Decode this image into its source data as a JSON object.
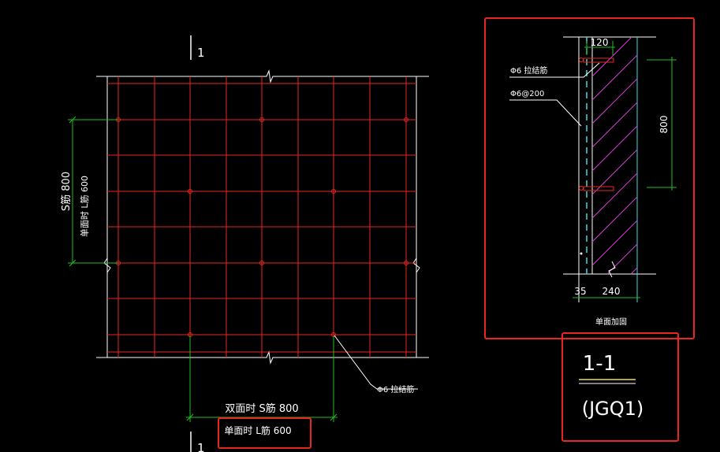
{
  "left_plan": {
    "section_mark_top": "1",
    "section_mark_bottom": "1",
    "dim_vertical_s": "S筋 800",
    "dim_vertical_l": "单面时 L筋 600",
    "dim_bottom_double": "双面时 S筋 800",
    "dim_bottom_single": "单面时 L筋 600",
    "tie_bar_label": "Φ6 拉结筋"
  },
  "right_section": {
    "dim_top": "120",
    "tie_bar_label": "Φ6 拉结筋",
    "mesh_label": "Φ6@200",
    "dim_side": "800",
    "dim_bottom_small": "35",
    "dim_bottom_wall": "240",
    "caption": "单面加固"
  },
  "section_title": {
    "number": "1-1",
    "code": "(JGQ1)"
  },
  "colors": {
    "background": "#000000",
    "grid_red": "#e8281f",
    "dimension_green": "#22c022",
    "highlight_box": "#e8281f",
    "line_white": "#ffffff",
    "hatch_magenta": "#d040d0",
    "cyan": "#40d8e0",
    "title_yellow": "#e8e060"
  }
}
